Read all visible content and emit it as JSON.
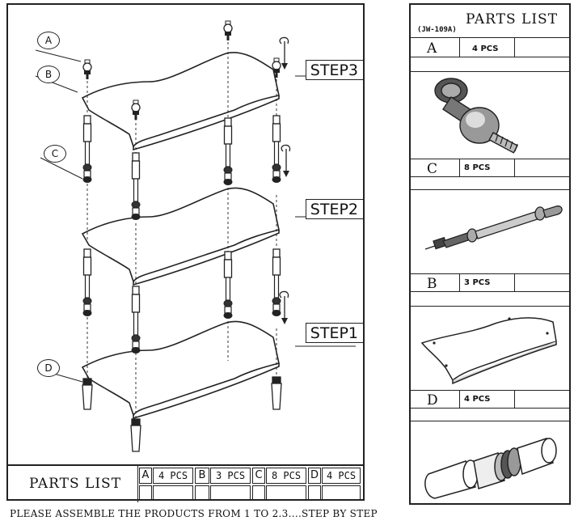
{
  "left_panel": {
    "steps": [
      "STEP3",
      "STEP2",
      "STEP1"
    ],
    "part_letters": [
      "A",
      "B",
      "C",
      "D"
    ],
    "bottom_table": {
      "title": "PARTS LIST",
      "entries": [
        {
          "letter": "A",
          "qty": "4 PCS"
        },
        {
          "letter": "B",
          "qty": "3 PCS"
        },
        {
          "letter": "C",
          "qty": "8 PCS"
        },
        {
          "letter": "D",
          "qty": "4 PCS"
        }
      ]
    },
    "instruction": "PLEASE ASSEMBLE THE PRODUCTS FROM 1 TO 2.3....STEP BY STEP"
  },
  "right_panel": {
    "model": "(JW-109A)",
    "title": "PARTS LIST",
    "parts": [
      {
        "letter": "A",
        "qty": "4 PCS",
        "icon": "finial-knob-icon"
      },
      {
        "letter": "C",
        "qty": "8 PCS",
        "icon": "spindle-post-icon"
      },
      {
        "letter": "B",
        "qty": "3 PCS",
        "icon": "shelf-board-icon"
      },
      {
        "letter": "D",
        "qty": "4 PCS",
        "icon": "foot-leg-icon"
      }
    ]
  }
}
